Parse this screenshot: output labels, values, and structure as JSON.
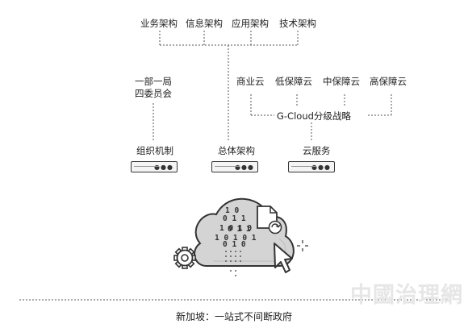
{
  "top_architectures": [
    "业务架构",
    "信息架构",
    "应用架构",
    "技术架构"
  ],
  "committee": "一部一局\n四委员会",
  "cloud_tiers": [
    "商业云",
    "低保障云",
    "中保障云",
    "高保障云"
  ],
  "strategy": "G-Cloud分级战略",
  "pillars": [
    "组织机制",
    "总体架构",
    "云服务"
  ],
  "binary_digits": [
    "1 0",
    "0 1 1",
    "1 0 1 0",
    "0 1 1",
    "1 0 1 0 1",
    "0 1 0"
  ],
  "watermark": "中國治理網",
  "caption": "新加坡：一站式不间断政府"
}
